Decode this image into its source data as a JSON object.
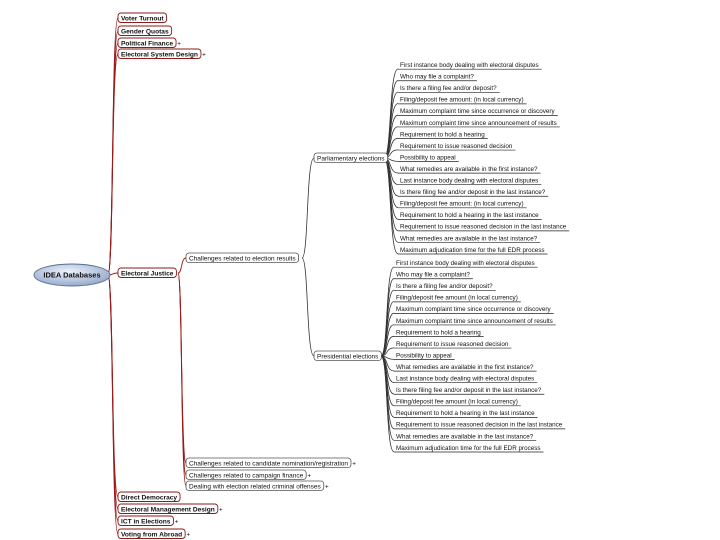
{
  "root": {
    "label": "IDEA Databases"
  },
  "top_items": [
    {
      "label": "Voter Turnout",
      "marker": ""
    },
    {
      "label": "Gender Quotas",
      "marker": ""
    },
    {
      "label": "Political Finance",
      "marker": "+"
    },
    {
      "label": "Electoral System Design",
      "marker": "+"
    },
    {
      "label": "Electoral Justice",
      "marker": ""
    },
    {
      "label": "Direct Democracy",
      "marker": ""
    },
    {
      "label": "Electoral Management Design",
      "marker": "+"
    },
    {
      "label": "ICT in Elections",
      "marker": "+"
    },
    {
      "label": "Voting from Abroad",
      "marker": "+"
    }
  ],
  "justice_items": [
    {
      "label": "Challenges related to election results",
      "marker": ""
    },
    {
      "label": "Challenges related to candidate nomination/registration",
      "marker": "+"
    },
    {
      "label": "Challenges related to campaign finance",
      "marker": "+"
    },
    {
      "label": "Dealing with election related criminal offenses",
      "marker": "+"
    }
  ],
  "election_types": [
    {
      "label": "Parliamentary elections",
      "marker": ""
    },
    {
      "label": "Presidential elections",
      "marker": ""
    }
  ],
  "parliamentary_leaves": [
    "First instance body dealing with electoral disputes",
    "Who may file a complaint?",
    "Is there a filing fee and/or deposit?",
    "Filing/deposit fee amount: (in local currency)",
    "Maximum complaint time since occurrence or discovery",
    "Maximum complaint time since announcement of results",
    "Requirement to hold a hearing",
    "Requirement to issue reasoned decision",
    "Possibility to appeal",
    "What remedies are available in the first instance?",
    "Last instance body dealing with electoral disputes",
    "Is there filing fee and/or deposit in the last instance?",
    "Filing/deposit fee amount: (in local currency)",
    "Requirement to hold a hearing in the last instance",
    "Requirement to issue reasoned decision in the last instance",
    "What remedies are available in the last instance?",
    "Maximum adjudication time for the full EDR process"
  ],
  "presidential_leaves": [
    "First instance body dealing with electoral disputes",
    "Who may file a complaint?",
    "Is there a filing fee and/or deposit?",
    "Filing/deposit fee amount (in local currency)",
    "Maximum complaint time since occurrence or discovery",
    "Maximum complaint time since announcement of results",
    "Requirement to hold a hearing",
    "Requirement to issue reasoned decision",
    "Possibility to appeal",
    "What remedies are available in the first instance?",
    "Last instance body dealing with electoral disputes",
    "Is there filing fee and/or deposit in the last instance?",
    "Filing/deposit fee amount (in local currency)",
    "Requirement to hold a hearing in the last instance",
    "Requirement to issue reasoned decision in the last instance",
    "What remedies are available in the last instance?",
    "Maximum adjudication time for the full EDR process"
  ],
  "colors": {
    "root_fill_light": "#eef3fb",
    "root_fill_dark": "#8fa3c8",
    "branch_red": "#9a1a1a",
    "branch_dark": "#333333"
  }
}
